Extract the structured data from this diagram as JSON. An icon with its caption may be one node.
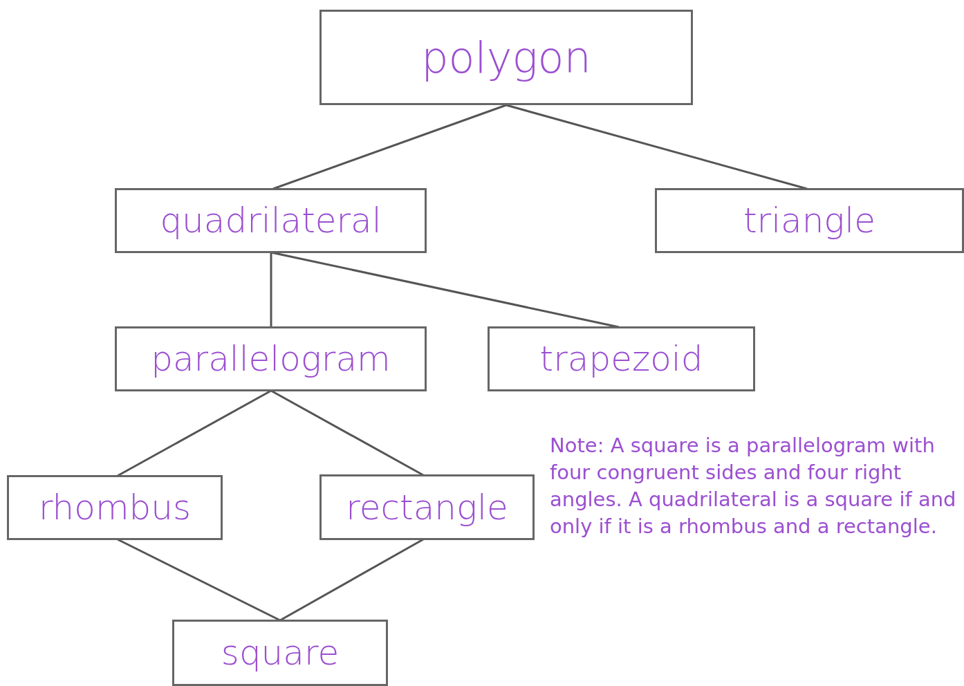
{
  "diagram": {
    "nodes": [
      {
        "text": [
          "polygon"
        ]
      },
      {
        "text": [
          "quadrilateral"
        ]
      },
      {
        "text": [
          "triangle"
        ]
      },
      {
        "text": [
          "parallelogram"
        ]
      },
      {
        "text": [
          "trapezoid"
        ]
      },
      {
        "text": [
          "rhombus"
        ]
      },
      {
        "text": [
          "rectangle"
        ]
      },
      {
        "text": [
          "square"
        ]
      }
    ],
    "edges": [
      {
        "from": 0,
        "to": 1,
        "arrow": "none"
      },
      {
        "from": 0,
        "to": 2,
        "arrow": "none"
      },
      {
        "from": 1,
        "to": 3,
        "arrow": "none"
      },
      {
        "from": 1,
        "to": 4,
        "arrow": "none"
      },
      {
        "from": 3,
        "to": 5,
        "arrow": "none"
      },
      {
        "from": 3,
        "to": 6,
        "arrow": "none"
      },
      {
        "from": 5,
        "to": 7,
        "arrow": "none"
      },
      {
        "from": 6,
        "to": 7,
        "arrow": "none"
      }
    ],
    "labels": [
      "Note: A square is a parallelogram with four congruent sides and four right angles. A quadrilateral is a square if and only if it is a rhombus and a rectangle."
    ]
  }
}
